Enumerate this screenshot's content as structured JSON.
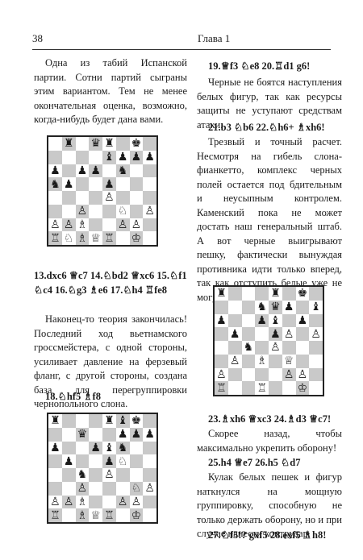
{
  "header": {
    "page_number": "38",
    "chapter_title": "Глава 1"
  },
  "left": {
    "intro": "Одна из табий Испанской партии. Сотни партий сыграны этим вариантом. Тем не менее окончательная оценка, возможно, когда-нибудь будет дана вами.",
    "moves_1": "13.dxc6 ♕c7 14.♘bd2 ♕xc6 15.♘f1 ♘c4 16.♘g3 ♗e6 17.♘h4 ♖fe8",
    "comment_1": "Наконец-то теория закончилась! Последний ход вьетнамского гроссмейстера, с одной стороны, усиливает давление на ферзевый фланг, с другой стороны, создана база для перегруппировки чернопольного слона.",
    "moves_2": "18.♘hf5 ♗f8"
  },
  "right": {
    "moves_1": "19.♕f3 ♘e8 20.♖d1 g6!",
    "comment_1": "Черные не боятся наступления белых фигур, так как ресурсы защиты не уступают средствам атаки.",
    "moves_2": "21.b3 ♘b6 22.♘h6+ ♗xh6!",
    "comment_2": "Трезвый и точный расчет. Несмотря на гибель слона-фианкетто, комплекс черных полей остается под бдительным и неусыпным контролем. Каменский пока не может достать наш генеральный штаб. А вот черные выигрывают пешку, фактически вынуждая противника идти только вперед, так как отступить белые уже не могут.",
    "moves_3": "23.♗xh6 ♕xc3 24.♗d3 ♕c7!",
    "comment_3": "Скорее назад, чтобы максимально укрепить оборону!",
    "moves_4": "25.h4 ♕e7 26.h5 ♘d7",
    "comment_4": "Кулак белых пешек и фигур наткнулся на мощную группировку, способную не только держать оборону, но и при случае нанести контрудар.",
    "moves_5": "27.♘f5!? gxf5 28.exf5 ♗h8!"
  },
  "boards": [
    [
      "",
      "♜",
      "",
      "♛",
      "♜",
      "",
      "♚",
      ""
    ],
    [
      "",
      "",
      "",
      "",
      "♝",
      "♟",
      "♟",
      "♟"
    ],
    [
      "♟",
      "",
      "♟",
      "♟",
      "",
      "♞",
      "",
      ""
    ],
    [
      "♞",
      "♟",
      "",
      "",
      "♟",
      "",
      "",
      ""
    ],
    [
      "",
      "",
      "",
      "",
      "♙",
      "",
      "",
      ""
    ],
    [
      "",
      "",
      "♙",
      "",
      "",
      "♘",
      "",
      "♙"
    ],
    [
      "♙",
      "♙",
      "♗",
      "",
      "",
      "♙",
      "♙",
      ""
    ],
    [
      "♖",
      "♘",
      "♗",
      "♕",
      "♖",
      "",
      "♔",
      ""
    ]
  ],
  "board2": [
    [
      "♜",
      "",
      "",
      "",
      "♜",
      "♝",
      "♚",
      ""
    ],
    [
      "",
      "",
      "♛",
      "",
      "",
      "♟",
      "♟",
      "♟"
    ],
    [
      "♟",
      "",
      "",
      "♟",
      "♝",
      "♞",
      "",
      ""
    ],
    [
      "",
      "♟",
      "",
      "",
      "♟",
      "♘",
      "",
      ""
    ],
    [
      "",
      "",
      "♞",
      "",
      "♙",
      "",
      "",
      ""
    ],
    [
      "",
      "",
      "♙",
      "",
      "",
      "",
      "♘",
      "♙"
    ],
    [
      "♙",
      "♙",
      "♗",
      "",
      "",
      "♙",
      "♙",
      ""
    ],
    [
      "♖",
      "",
      "♗",
      "♕",
      "♖",
      "",
      "♔",
      ""
    ]
  ],
  "board3": [
    [
      "♜",
      "",
      "",
      "",
      "♜",
      "",
      "♚",
      ""
    ],
    [
      "",
      "",
      "",
      "♞",
      "♛",
      "♟",
      "",
      "♝"
    ],
    [
      "♟",
      "",
      "",
      "♟",
      "♝",
      "",
      "♟",
      ""
    ],
    [
      "",
      "♟",
      "",
      "",
      "♟",
      "♙",
      "",
      "♙"
    ],
    [
      "",
      "",
      "♞",
      "",
      "♙",
      "",
      "",
      ""
    ],
    [
      "",
      "♙",
      "",
      "♗",
      "",
      "♕",
      "",
      ""
    ],
    [
      "♙",
      "",
      "",
      "",
      "",
      "♙",
      "♙",
      ""
    ],
    [
      "♖",
      "",
      "",
      "♖",
      "",
      "",
      "♔",
      ""
    ]
  ]
}
